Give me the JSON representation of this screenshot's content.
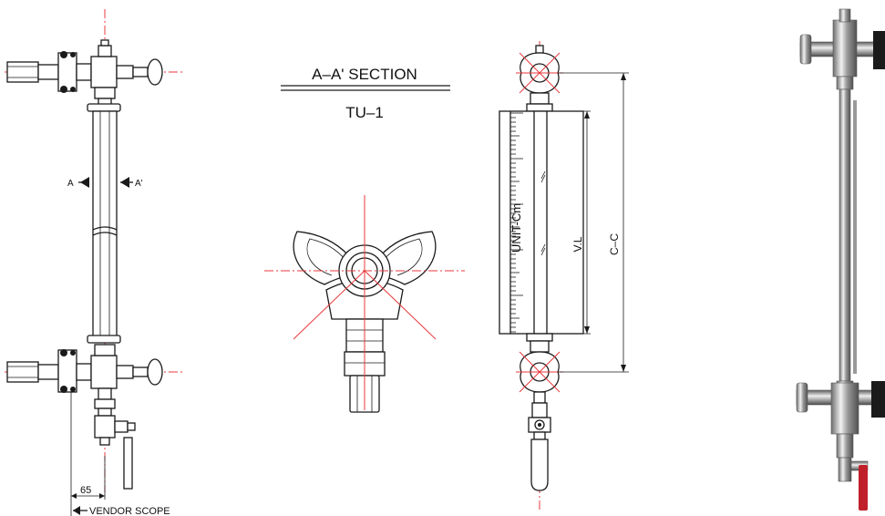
{
  "labels": {
    "section_title": "A–A' SECTION",
    "model": "TU–1",
    "cut_a": "A",
    "cut_a_prime": "A'",
    "dim_65": "65",
    "vendor_scope": "VENDOR SCOPE",
    "unit": "UNIT-Cm",
    "visible_length": "V.L",
    "center_to_center": "C–C"
  },
  "colors": {
    "line": "#1a1a1a",
    "centerline": "#e8393c",
    "background": "#ffffff"
  }
}
